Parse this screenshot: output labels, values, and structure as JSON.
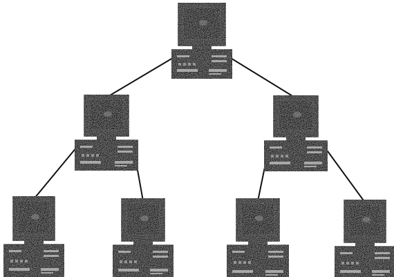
{
  "diagram": {
    "type": "tree",
    "colors": {
      "background": "#ffffff",
      "monitor_body": "#1a1a1a",
      "screen": "#0c0c0c",
      "screen_glow": "#6d6d6d",
      "case_body": "#161616",
      "case_detail": "#bdbdbd",
      "link": "#111111"
    },
    "icon": "desktop-computer-icon",
    "nodes": [
      {
        "id": "root",
        "parent": null,
        "level": 0
      },
      {
        "id": "left-child",
        "parent": "root",
        "level": 1
      },
      {
        "id": "right-child",
        "parent": "root",
        "level": 1
      },
      {
        "id": "left-left-leaf",
        "parent": "left-child",
        "level": 2
      },
      {
        "id": "left-right-leaf",
        "parent": "left-child",
        "level": 2
      },
      {
        "id": "right-left-leaf",
        "parent": "right-child",
        "level": 2
      },
      {
        "id": "right-right-leaf",
        "parent": "right-child",
        "level": 2
      }
    ]
  }
}
